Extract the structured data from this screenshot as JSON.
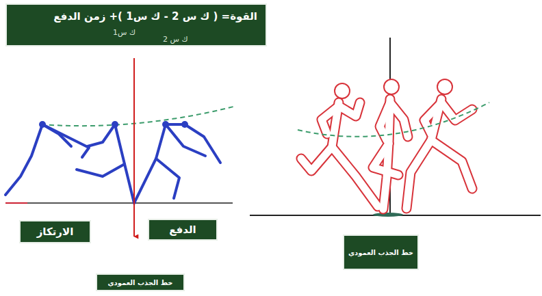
{
  "diagram": {
    "nodes": [
      {
        "text": [
          "القوة= ( ك س 2 - ك س1 )+ زمن الدفع",
          "ك س1",
          "ك س 2"
        ]
      },
      {
        "text": [
          "الارتكاز"
        ]
      },
      {
        "text": [
          "الدفع"
        ]
      },
      {
        "text": [
          "خط الجذب العمودي"
        ]
      },
      {
        "text": [
          "خط الجذب العمودي"
        ]
      }
    ]
  }
}
